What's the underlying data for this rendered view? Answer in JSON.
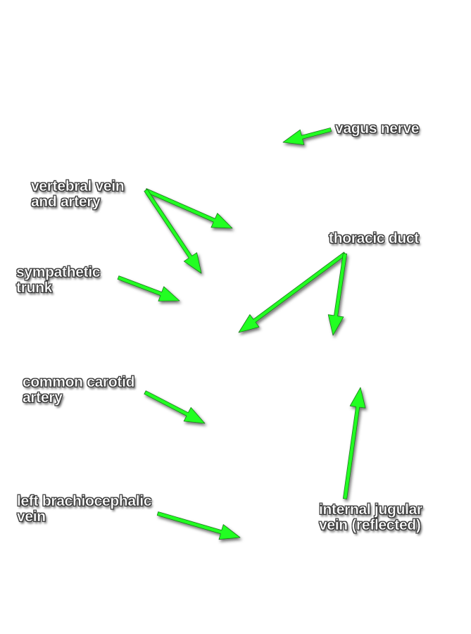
{
  "arrow_color": "#22ff22",
  "arrow_outline": "#1a7a1a",
  "labels": [
    {
      "id": "vagus-nerve",
      "lines": [
        "vagus nerve"
      ]
    },
    {
      "id": "vertebral-vein-and-artery",
      "lines": [
        "vertebral vein",
        "and artery"
      ]
    },
    {
      "id": "thoracic-duct",
      "lines": [
        "thoracic duct"
      ]
    },
    {
      "id": "sympathetic-trunk",
      "lines": [
        "sympathetic",
        "trunk"
      ]
    },
    {
      "id": "common-carotid-artery",
      "lines": [
        "common carotid",
        "artery"
      ]
    },
    {
      "id": "left-brachiocephalic-vein",
      "lines": [
        "left brachiocephalic",
        "vein"
      ]
    },
    {
      "id": "internal-jugular-vein",
      "lines": [
        "internal jugular",
        "vein (reflected)"
      ]
    }
  ]
}
